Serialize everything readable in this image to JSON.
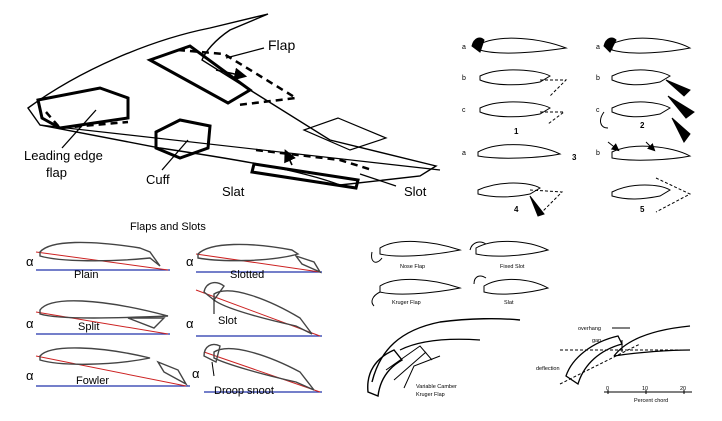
{
  "wing_diagram": {
    "flap": "Flap",
    "leading_edge_flap_line1": "Leading edge",
    "leading_edge_flap_line2": "flap",
    "cuff": "Cuff",
    "slat": "Slat",
    "slot": "Slot"
  },
  "numbered_panel": {
    "letters": [
      "a",
      "b",
      "c",
      "a",
      "b",
      "c",
      "a",
      "b"
    ],
    "numbers": [
      "1",
      "2",
      "3",
      "4",
      "5"
    ]
  },
  "flaps_and_slots": {
    "title": "Flaps and Slots",
    "alpha": "α",
    "plain": "Plain",
    "slotted": "Slotted",
    "split": "Split",
    "slot": "Slot",
    "fowler": "Fowler",
    "droop_snoot": "Droop snoot"
  },
  "leading_edge_devices": {
    "nose_flap": "Nose Flap",
    "fixed_slot": "Fixed Slot",
    "kruger_flap": "Kruger Flap",
    "slat": "Slat"
  },
  "variable_camber": {
    "line1": "Variable Camber",
    "line2": "Kruger Flap"
  },
  "geometry_panel": {
    "overhang": "overhang",
    "gap": "gap",
    "deflection": "deflection",
    "ticks": [
      "0",
      "10",
      "20"
    ],
    "xlabel": "Percent chord"
  }
}
